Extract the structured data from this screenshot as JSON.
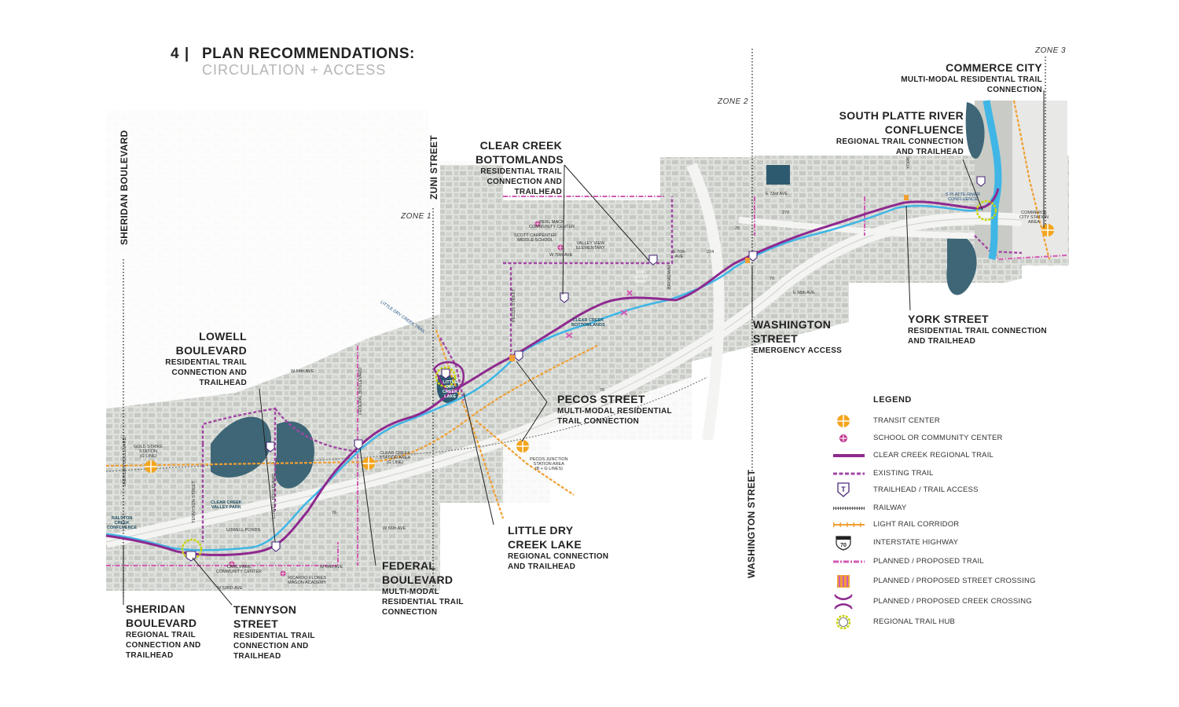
{
  "header": {
    "section_number": "4 |",
    "title": "PLAN RECOMMENDATIONS:",
    "subtitle": "CIRCULATION + ACCESS"
  },
  "colors": {
    "regional_trail": "#8e2a8f",
    "creek": "#3fb6e6",
    "transit_center": "#f3a51d",
    "school": "#c2358f",
    "light_rail": "#f0a034",
    "planned_trail": "#d25bb4",
    "trail_hub": "#c8d40c",
    "map_base": "#d9dcd7"
  },
  "zones": {
    "zone1": "ZONE 1",
    "zone2": "ZONE 2",
    "zone3": "ZONE 3"
  },
  "street_lines": {
    "sheridan": "SHERIDAN BOULEVARD",
    "zuni": "ZUNI STREET",
    "washington": "WASHINGTON STREET"
  },
  "callouts": {
    "commerce_city": {
      "title": "COMMERCE CITY",
      "desc": "MULTI-MODAL RESIDENTIAL TRAIL\nCONNECTION"
    },
    "south_platte": {
      "title": "SOUTH PLATTE RIVER\nCONFLUENCE",
      "desc": "REGIONAL TRAIL CONNECTION\nAND TRAILHEAD"
    },
    "clear_creek_bottomlands": {
      "title": "CLEAR CREEK\nBOTTOMLANDS",
      "desc": "RESIDENTIAL TRAIL\nCONNECTION AND\nTRAILHEAD"
    },
    "lowell": {
      "title": "LOWELL\nBOULEVARD",
      "desc": "RESIDENTIAL TRAIL\nCONNECTION AND\nTRAILHEAD"
    },
    "washington": {
      "title": "WASHINGTON\nSTREET",
      "desc": "EMERGENCY ACCESS"
    },
    "york": {
      "title": "YORK STREET",
      "desc": "RESIDENTIAL TRAIL CONNECTION\nAND TRAILHEAD"
    },
    "pecos": {
      "title": "PECOS STREET",
      "desc": "MULTI-MODAL RESIDENTIAL\nTRAIL CONNECTION"
    },
    "little_dry_creek_lake": {
      "title": "LITTLE DRY\nCREEK LAKE",
      "desc": "REGIONAL CONNECTION\nAND TRAILHEAD"
    },
    "federal": {
      "title": "FEDERAL\nBOULEVARD",
      "desc": "MULTI-MODAL\nRESIDENTIAL TRAIL\nCONNECTION"
    },
    "sheridan": {
      "title": "SHERIDAN\nBOULEVARD",
      "desc": "REGIONAL TRAIL\nCONNECTION AND\nTRAILHEAD"
    },
    "tennyson": {
      "title": "TENNYSON\nSTREET",
      "desc": "RESIDENTIAL TRAIL\nCONNECTION AND\nTRAILHEAD"
    }
  },
  "map_labels": {
    "gold_strike": "GOLD STRIKE\nSTATION\n(G LINE)",
    "clear_creek_valley_park": "CLEAR CREEK\nVALLEY PARK",
    "lowell_ponds": "LOWELL PONDS",
    "carl_park": "CARL PARK\nCOMMUNITY CENTER",
    "ricardo_flores": "RICARDO FLORES\nMAGON ACADEMY",
    "w_64th": "W 64th AVE",
    "w_56th": "W 56th AVE",
    "w_64th_2": "W 64th AVE",
    "w_53rd": "W 53RD AVE",
    "clear_creek_station": "CLEAR CREEK\nSTATION AREA\n(G LINE)",
    "little_dry_creek_trail": "LITTLE DRY CREEK TRAIL",
    "little_dry_creek_lake": "LITTLE\nDRY\nCREEK\nLAKE",
    "pecos_junction": "PECOS JUNCTION\nSTATION AREA\n(B + G LINES)",
    "perl_mack": "PERL MACK\nCOMMUNITY CENTER",
    "scott_carpenter": "SCOTT CARPENTER\nMIDDLE SCHOOL",
    "valley_view": "VALLEY VIEW\nELEMENTARY",
    "w_70th": "W 70th AVE",
    "e_70th": "E 70th\nAVE",
    "twin_lakes_park": "TWIN\nLAKES\nPARK",
    "clear_creek_bottomlands": "CLEAR CREEK\nBOTTOMLANDS",
    "e_73rd": "E 73rd AVE",
    "e_68th": "E 68th AVE",
    "s_platte_confluence": "S PLATTE RIVER\nCONFLUENCE",
    "commerce_city_station": "COMMERCE\nCITY STATION\nAREA",
    "ralston_confluence": "RALSTON\nCREEK\nCONFLUENCE",
    "sheridan_blvd_map": "SHERIDAN BOULEVARD",
    "tennyson_st_map": "TENNYSON STREET",
    "lowell_blvd_map": "LOWELL BOULEVARD",
    "federal_blvd_map": "FEDERAL BOULEVARD",
    "pecos_st_map": "PECOS STREET",
    "broadway_map": "BROADWAY",
    "york_map": "YORK",
    "i25": "25",
    "i76_a": "76",
    "i76_b": "76",
    "i270": "270",
    "i70": "70",
    "hwy_224": "224"
  },
  "legend": {
    "title": "LEGEND",
    "items": [
      {
        "icon": "transit-center-icon",
        "label": "TRANSIT CENTER"
      },
      {
        "icon": "school-community-icon",
        "label": "SCHOOL OR COMMUNITY CENTER"
      },
      {
        "icon": "regional-trail-line-icon",
        "label": "CLEAR CREEK REGIONAL TRAIL"
      },
      {
        "icon": "existing-trail-line-icon",
        "label": "EXISTING TRAIL"
      },
      {
        "icon": "trailhead-icon",
        "label": "TRAILHEAD / TRAIL ACCESS"
      },
      {
        "icon": "railway-line-icon",
        "label": "RAILWAY"
      },
      {
        "icon": "light-rail-line-icon",
        "label": "LIGHT RAIL CORRIDOR"
      },
      {
        "icon": "interstate-shield-icon",
        "label": "INTERSTATE HIGHWAY"
      },
      {
        "icon": "planned-trail-line-icon",
        "label": "PLANNED / PROPOSED TRAIL"
      },
      {
        "icon": "street-crossing-icon",
        "label": "PLANNED / PROPOSED STREET CROSSING"
      },
      {
        "icon": "creek-crossing-icon",
        "label": "PLANNED / PROPOSED CREEK CROSSING"
      },
      {
        "icon": "trail-hub-icon",
        "label": "REGIONAL TRAIL HUB"
      }
    ],
    "trailhead_letter": "T",
    "interstate_number": "70"
  }
}
